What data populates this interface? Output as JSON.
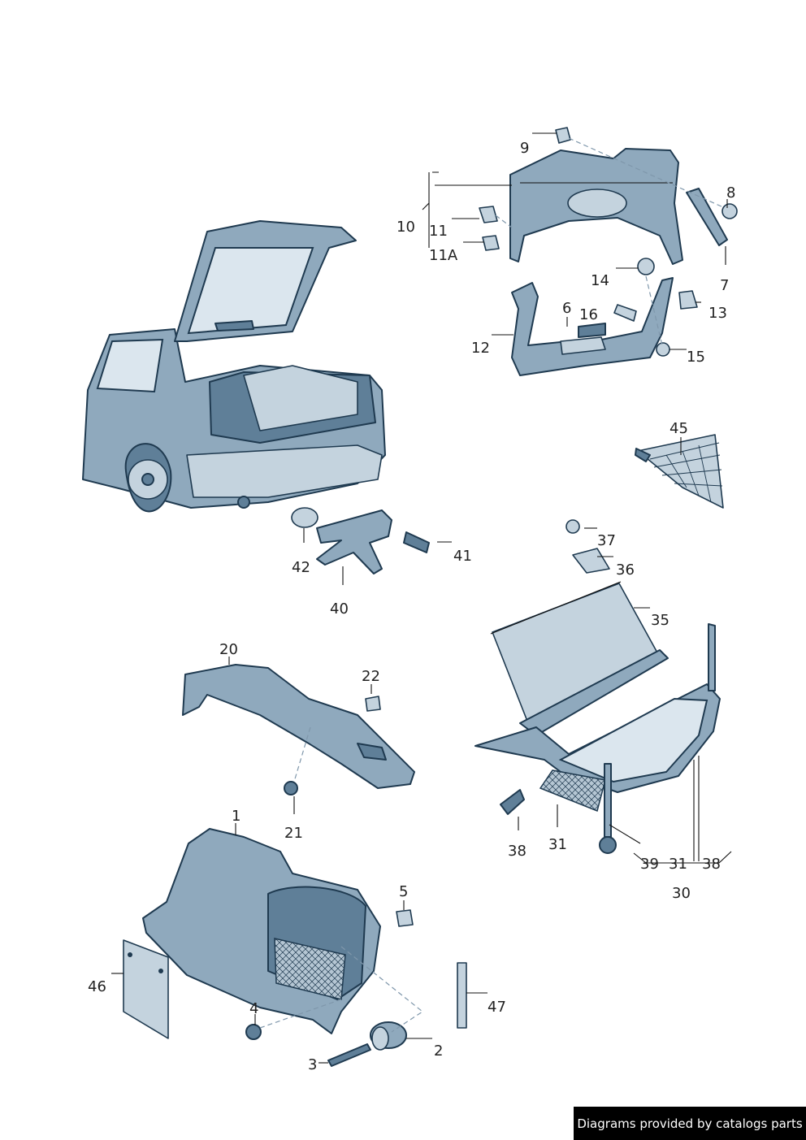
{
  "callouts": {
    "c1": "1",
    "c2": "2",
    "c3": "3",
    "c4": "4",
    "c5": "5",
    "c6": "6",
    "c7": "7",
    "c8": "8",
    "c9": "9",
    "c10": "10",
    "c11": "11",
    "c11a": "11A",
    "c12": "12",
    "c13": "13",
    "c14": "14",
    "c15": "15",
    "c16": "16",
    "c20": "20",
    "c21": "21",
    "c22": "22",
    "c30": "30",
    "c31a": "31",
    "c31b": "31",
    "c35": "35",
    "c36": "36",
    "c37": "37",
    "c38a": "38",
    "c38b": "38",
    "c39": "39",
    "c40": "40",
    "c41": "41",
    "c42": "42",
    "c45": "45",
    "c46": "46",
    "c47": "47"
  },
  "watermark": "Diagrams provided by catalogs parts",
  "colors": {
    "part_fill": "#8fa9bd",
    "outline": "#1f3a50",
    "glass": "#dbe6ee"
  }
}
